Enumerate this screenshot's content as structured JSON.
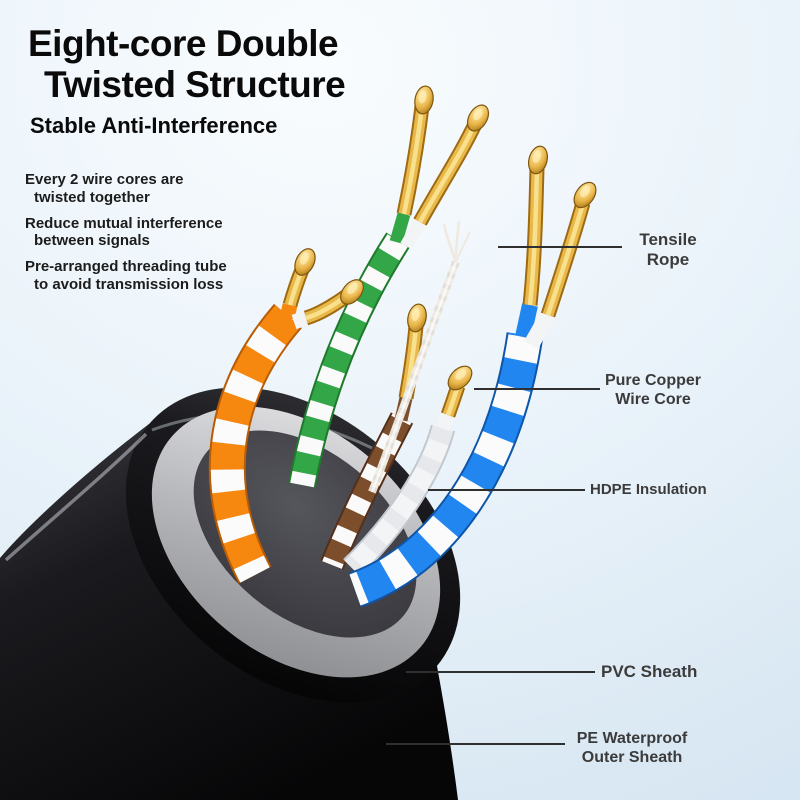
{
  "title": {
    "line1": "Eight-core Double",
    "line2": "Twisted Structure",
    "subtitle": "Stable Anti-Interference"
  },
  "features": [
    {
      "line1": "Every 2 wire cores are",
      "line2": "twisted together"
    },
    {
      "line1": "Reduce mutual interference",
      "line2": "between signals"
    },
    {
      "line1": "Pre-arranged threading tube",
      "line2": "to avoid transmission loss"
    }
  ],
  "callouts": [
    {
      "name": "tensile-rope",
      "lines": [
        "Tensile",
        "Rope"
      ]
    },
    {
      "name": "pure-copper-wire-core",
      "lines": [
        "Pure Copper",
        "Wire Core"
      ]
    },
    {
      "name": "hdpe-insulation",
      "lines": [
        "HDPE Insulation"
      ]
    },
    {
      "name": "pvc-sheath",
      "lines": [
        "PVC Sheath"
      ]
    },
    {
      "name": "pe-waterproof-outer-sheath",
      "lines": [
        "PE Waterproof",
        "Outer Sheath"
      ]
    }
  ],
  "colors": {
    "wire_orange": "#f6870f",
    "wire_blue": "#2186ef",
    "wire_green": "#33a648",
    "wire_brown": "#7d4e2c",
    "wire_white": "#f3f4f6",
    "copper": "#e0a63a",
    "sheath_gray": "#b9babe",
    "jacket_black": "#141417",
    "label_text": "#3b3b3b",
    "leader_line": "#2f2f2f"
  }
}
